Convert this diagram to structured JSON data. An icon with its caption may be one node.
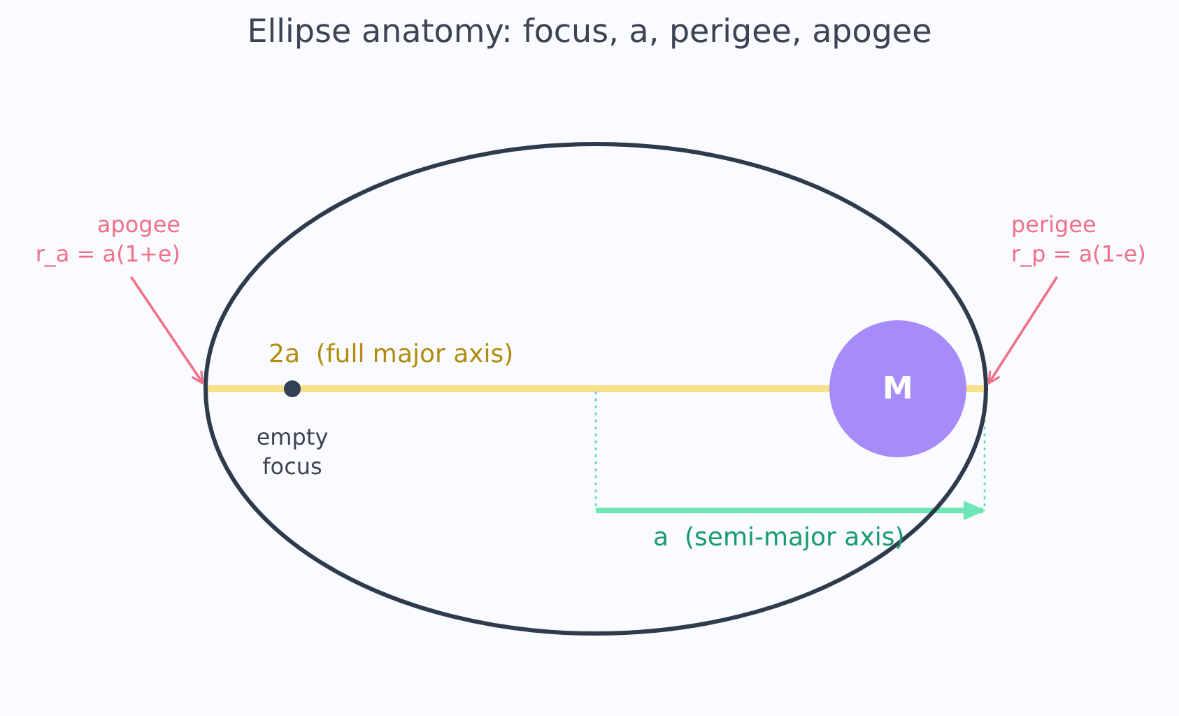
{
  "diagram": {
    "title": "Ellipse anatomy: focus, a, perigee, apogee",
    "nodes": [
      {
        "text": [],
        "shape": "ellipse"
      },
      {
        "text": [
          "apogee",
          "r_a = a(1+e)"
        ]
      },
      {
        "text": [
          "perigee",
          "r_p = a(1-e)"
        ]
      },
      {
        "text": [
          "M"
        ],
        "in": 0
      },
      {
        "text": [],
        "shape": "circle",
        "in": 0
      }
    ],
    "edges": [
      {
        "from": 1,
        "to": 0,
        "arrow": "to"
      },
      {
        "from": 2,
        "to": 0,
        "arrow": "to"
      }
    ],
    "labels": [
      "2a  (full major axis)",
      "empty focus",
      "a  (semi-major axis)"
    ]
  }
}
